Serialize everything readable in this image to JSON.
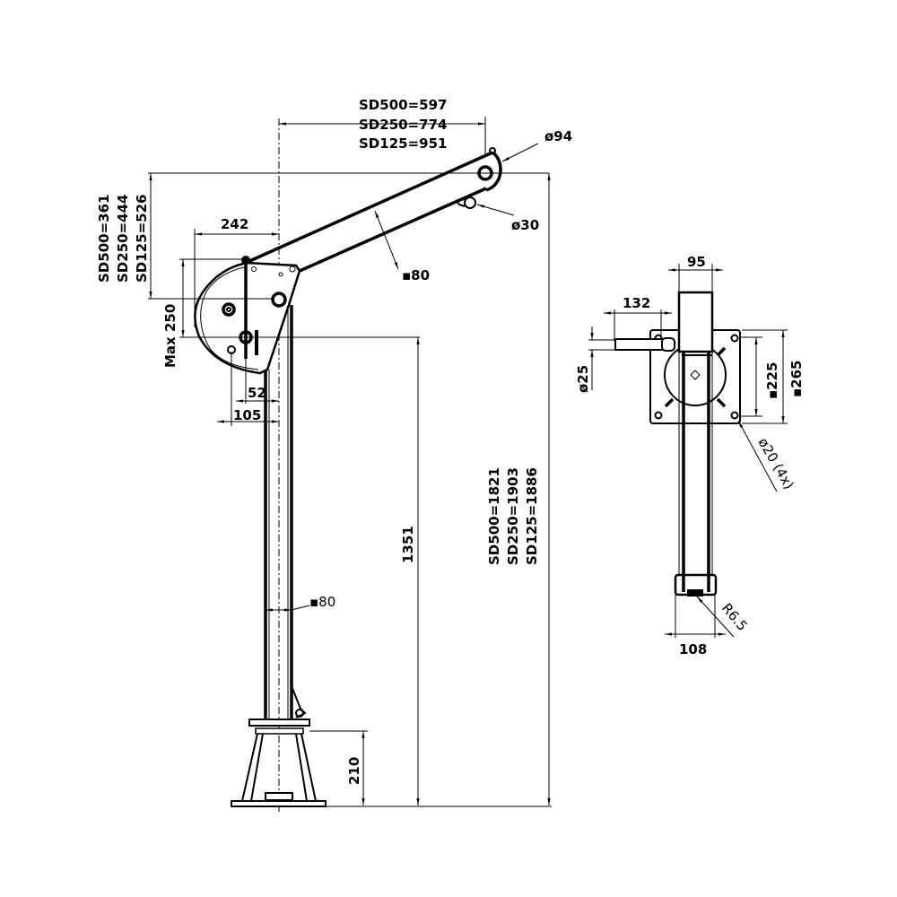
{
  "side_view": {
    "reach_labels": [
      "SD500=597",
      "SD250=774",
      "SD125=951"
    ],
    "height_offset_labels": [
      "SD500=361",
      "SD250=444",
      "SD125=526"
    ],
    "total_height_labels": [
      "SD500=1821",
      "SD250=1903",
      "SD125=1886"
    ],
    "pulley_diameter": "ø94",
    "hook_diameter": "ø30",
    "boom_section": "▪80",
    "head_offset": "242",
    "max_adjust": "Max 250",
    "offset_52": "52",
    "offset_105": "105",
    "mast_height": "1351",
    "mast_section": "▪80",
    "base_height": "210"
  },
  "front_view": {
    "width_95": "95",
    "handle_132": "132",
    "handle_diameter": "ø25",
    "hole_spacing": "▪225",
    "plate_size": "▪265",
    "hole_diameter": "ø20 (4x)",
    "radius": "R6.5",
    "bottom_width": "108"
  }
}
